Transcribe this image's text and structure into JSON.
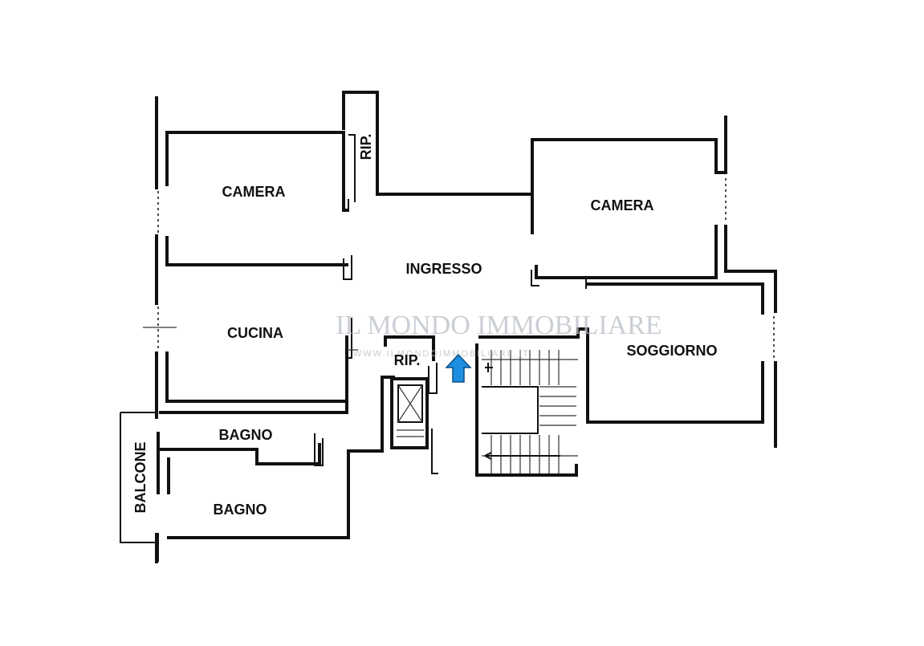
{
  "rooms": {
    "camera_left": "CAMERA",
    "camera_right": "CAMERA",
    "ingresso": "INGRESSO",
    "cucina": "CUCINA",
    "soggiorno": "SOGGIORNO",
    "rip_top": "RIP.",
    "rip_middle": "RIP.",
    "bagno_upper": "BAGNO",
    "bagno_lower": "BAGNO",
    "balcone": "BALCONE"
  },
  "watermark": {
    "text": "IL MONDO IMMOBILIARE",
    "url": "WWW.ILMONDOIMMOBILIARE.IT"
  },
  "colors": {
    "entrance_arrow": "#1e8ee0",
    "wall": "#111111"
  },
  "icons": {
    "entrance": "up-arrow-icon"
  }
}
